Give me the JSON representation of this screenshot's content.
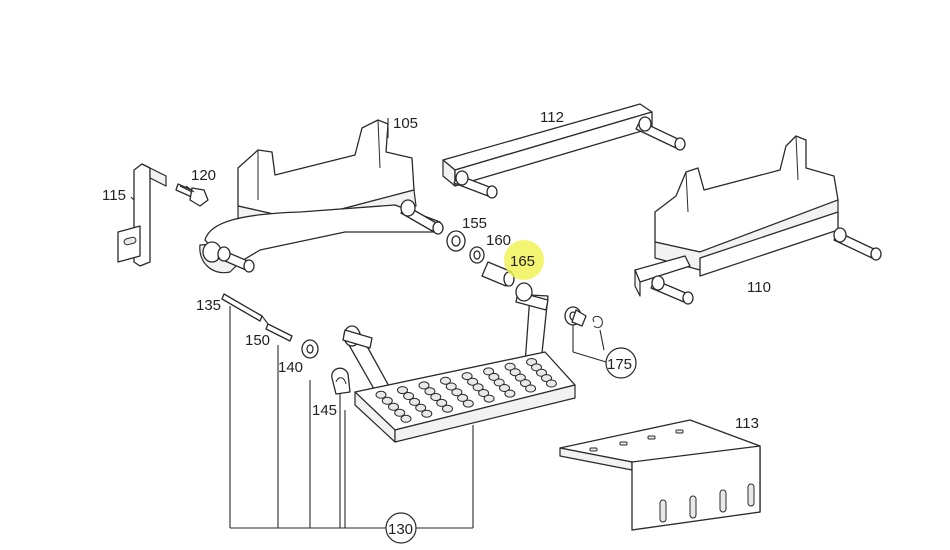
{
  "diagram": {
    "highlight_color": "#f2f25a",
    "line_color": "#2a2a2a",
    "callouts": [
      {
        "key": "c105",
        "text": "105"
      },
      {
        "key": "c112",
        "text": "112"
      },
      {
        "key": "c120",
        "text": "120"
      },
      {
        "key": "c115",
        "text": "115"
      },
      {
        "key": "c155",
        "text": "155"
      },
      {
        "key": "c160",
        "text": "160"
      },
      {
        "key": "c165",
        "text": "165",
        "highlighted": true
      },
      {
        "key": "c110",
        "text": "110"
      },
      {
        "key": "c135",
        "text": "135"
      },
      {
        "key": "c150",
        "text": "150"
      },
      {
        "key": "c140",
        "text": "140"
      },
      {
        "key": "c145",
        "text": "145"
      },
      {
        "key": "c175",
        "text": "175",
        "circled": true
      },
      {
        "key": "c113",
        "text": "113"
      },
      {
        "key": "c130",
        "text": "130",
        "circled": true
      }
    ]
  }
}
